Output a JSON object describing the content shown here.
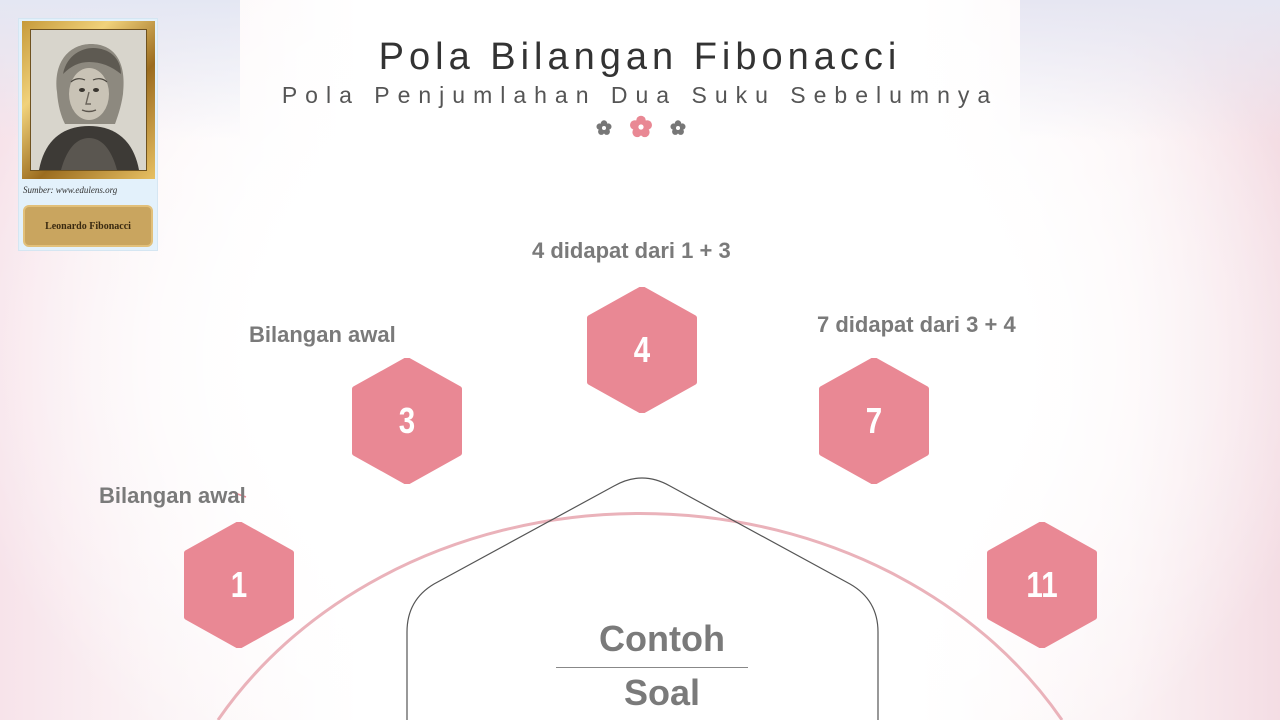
{
  "title": "Pola Bilangan Fibonacci",
  "subtitle": "Pola Penjumlahan Dua Suku Sebelumnya",
  "portrait": {
    "source": "Sumber: www.edulens.org",
    "name": "Leonardo Fibonacci"
  },
  "colors": {
    "hexagon": "#e98894",
    "arc": "#eab2ba",
    "caption": "#7a7a7a"
  },
  "sequence": [
    {
      "value": "1"
    },
    {
      "value": "3"
    },
    {
      "value": "4"
    },
    {
      "value": "7"
    },
    {
      "value": "11"
    }
  ],
  "captions": {
    "first": "Bilangan awal",
    "second": "Bilangan awal",
    "third": "4 didapat dari 1 + 3",
    "fourth": "7 didapat dari 3 + 4"
  },
  "example": {
    "line1": "Contoh",
    "line2": "Soal"
  }
}
